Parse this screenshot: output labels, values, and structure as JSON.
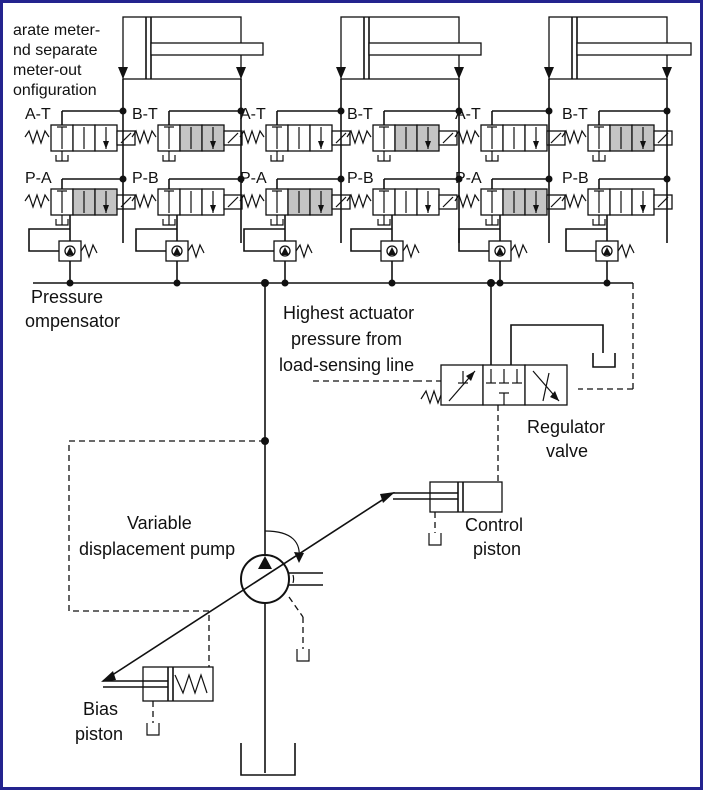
{
  "labels": {
    "config": [
      "arate meter-",
      "nd separate",
      "meter-out",
      "onfiguration"
    ],
    "pressure_comp": [
      "Pressure",
      "ompensator"
    ],
    "highest": [
      "Highest actuator",
      "pressure from",
      "load-sensing line"
    ],
    "regulator": [
      "Regulator",
      "valve"
    ],
    "control": [
      "Control",
      "piston"
    ],
    "variable": [
      "Variable",
      "displacement pump"
    ],
    "bias": [
      "Bias",
      "piston"
    ]
  },
  "valves": [
    {
      "top": "A-T",
      "bottom": "P-A",
      "top_active": false,
      "bottom_active": true
    },
    {
      "top": "B-T",
      "bottom": "P-B",
      "top_active": true,
      "bottom_active": false
    },
    {
      "top": "A-T",
      "bottom": "P-A",
      "top_active": false,
      "bottom_active": true
    },
    {
      "top": "B-T",
      "bottom": "P-B",
      "top_active": true,
      "bottom_active": false
    },
    {
      "top": "A-T",
      "bottom": "P-A",
      "top_active": false,
      "bottom_active": true
    },
    {
      "top": "B-T",
      "bottom": "P-B",
      "top_active": true,
      "bottom_active": false
    }
  ],
  "colors": {
    "frame": "#23238e",
    "line": "#111111",
    "shade": "#c4c4c4"
  }
}
